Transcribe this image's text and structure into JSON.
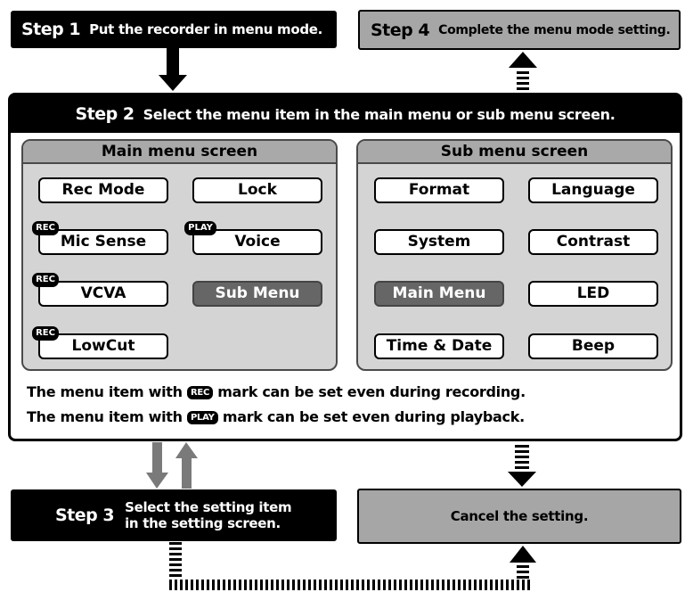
{
  "step1": {
    "label": "Step 1",
    "text": "Put the recorder in menu mode."
  },
  "step4": {
    "label": "Step 4",
    "text": "Complete the menu mode setting."
  },
  "step2": {
    "label": "Step 2",
    "text": "Select the menu item in the main menu or sub menu screen."
  },
  "main_menu": {
    "title": "Main menu screen",
    "items": {
      "rec_mode": "Rec Mode",
      "lock": "Lock",
      "mic_sense": "Mic Sense",
      "voice": "Voice",
      "vcva": "VCVA",
      "sub_menu": "Sub Menu",
      "lowcut": "LowCut"
    }
  },
  "sub_menu": {
    "title": "Sub menu screen",
    "items": {
      "format": "Format",
      "language": "Language",
      "system": "System",
      "contrast": "Contrast",
      "main_menu": "Main Menu",
      "led": "LED",
      "time_date": "Time & Date",
      "beep": "Beep"
    }
  },
  "badges": {
    "rec": "REC",
    "play": "PLAY"
  },
  "notes": {
    "rec_prefix": "The menu item with",
    "rec_suffix": "mark can be set even during recording.",
    "play_prefix": "The menu item with",
    "play_suffix": "mark can be set even during playback."
  },
  "step3": {
    "label": "Step 3",
    "text_line1": "Select the setting item",
    "text_line2": "in the setting screen."
  },
  "cancel": {
    "text": "Cancel the setting."
  },
  "colors": {
    "black": "#000000",
    "gray_box": "#a6a6a6",
    "panel": "#d4d4d4",
    "dark_button": "#666666",
    "arrow_gray": "#8c8c8c"
  }
}
